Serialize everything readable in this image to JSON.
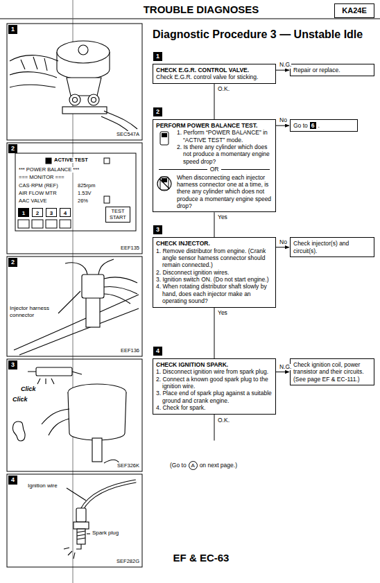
{
  "diagram": {
    "title": "Diagnostic Procedure 3 — Unstable Idle",
    "nodes": [
      {
        "text": [
          "KA24E"
        ]
      },
      {
        "text": [
          "CHECK E.G.R. CONTROL VALVE.",
          "Check E.G.R. control valve for sticking."
        ]
      },
      {
        "text": [
          "Repair or replace."
        ]
      },
      {
        "text": [
          "PERFORM POWER BALANCE TEST.",
          "1. Perform “POWER BALANCE” in “ACTIVE TEST” mode.",
          "2. Is there any cylinder which does not produce a momentary engine speed drop?",
          "OR",
          "When disconnecting each injector harness connector one at a time, is there any cylinder which does not produce a momentary engine speed drop?"
        ]
      },
      {
        "text": [
          "Go to",
          "6",
          "."
        ]
      },
      {
        "text": [
          "CHECK INJECTOR.",
          "1. Remove distributor from engine. (Crank angle sensor harness connector should remain connected.)",
          "2. Disconnect ignition wires.",
          "3. Ignition switch ON. (Do not start engine.)",
          "4. When rotating distributor shaft slowly by hand, does each injector make an operating sound?"
        ]
      },
      {
        "text": [
          "Check injector(s) and circuit(s)."
        ]
      },
      {
        "text": [
          "CHECK IGNITION SPARK.",
          "1. Disconnect ignition wire from spark plug.",
          "2. Connect a known good spark plug to the ignition wire.",
          "3. Place end of spark plug against a suitable ground and crank engine.",
          "4. Check for spark."
        ]
      },
      {
        "text": [
          "Check ignition coil, power transistor and their circuits. (See page EF & EC-111.)"
        ]
      }
    ],
    "edges": [
      {
        "from": 1,
        "to": 2,
        "arrow": "to",
        "label": "N.G."
      },
      {
        "from": 1,
        "to": 3,
        "arrow": "none",
        "label": "O.K."
      },
      {
        "from": 3,
        "to": 4,
        "arrow": "to",
        "label": "No"
      },
      {
        "from": 3,
        "to": 5,
        "arrow": "none",
        "label": "Yes"
      },
      {
        "from": 5,
        "to": 6,
        "arrow": "to",
        "label": "No"
      },
      {
        "from": 5,
        "to": 7,
        "arrow": "none",
        "label": "Yes"
      },
      {
        "from": 7,
        "to": 8,
        "arrow": "to",
        "label": "N.G."
      }
    ],
    "labels": [
      "TROUBLE DIAGNOSES",
      "1",
      "SEC547A",
      "2",
      "ACTIVE TEST",
      "*** POWER BALANCE ***",
      "=== MONITOR ===",
      "CAS·RPM (REF)",
      "825rpm",
      "AIR FLOW MTR",
      "1.53V",
      "AAC VALVE",
      "26%",
      "1",
      "2",
      "3",
      "4",
      "TEST START",
      "EEF135",
      "2",
      "Injector harness connector",
      "EEF136",
      "3",
      "Click",
      "Click",
      "SEF326K",
      "4",
      "Ignition wire",
      "Spark plug",
      "SEF282G",
      "1",
      "2",
      "3",
      "4",
      "O.K.",
      "(Go to",
      "A",
      "on next page.)",
      "EF & EC-63"
    ]
  }
}
